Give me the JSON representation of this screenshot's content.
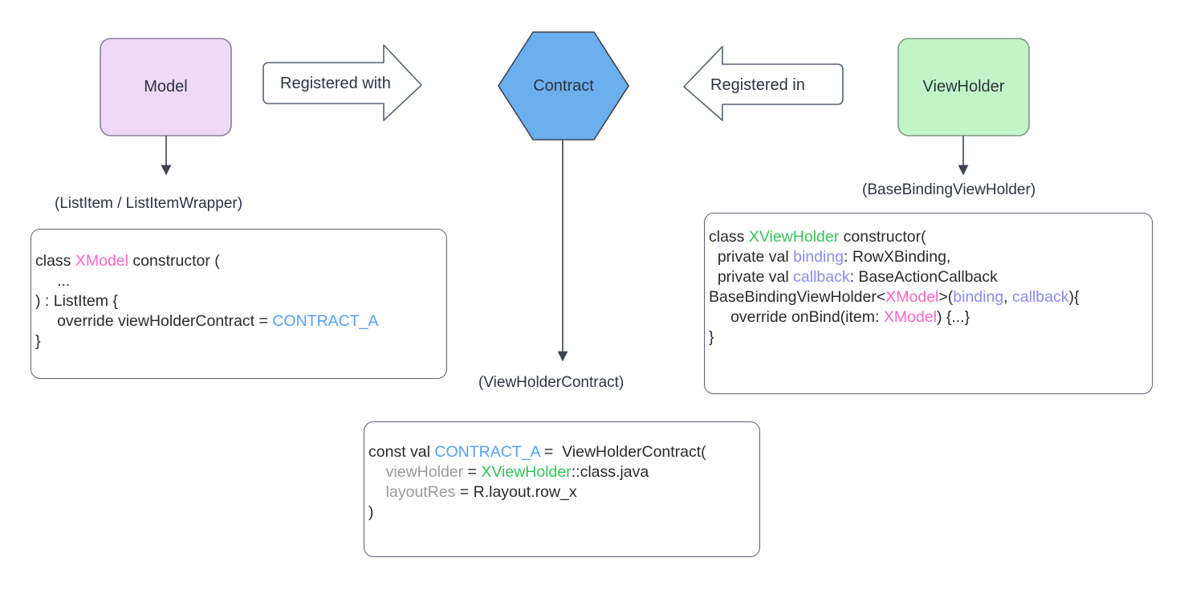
{
  "diagram": {
    "title": "ViewHolder Contract architecture diagram",
    "background": "#ffffff"
  },
  "nodes": [
    {
      "id": "model",
      "label": "Model",
      "shape": "rounded-rect",
      "fill": "#eed9fa",
      "stroke": "#8a7f96"
    },
    {
      "id": "contract",
      "label": "Contract",
      "shape": "hexagon",
      "fill": "#6cafef",
      "stroke": "#3d4451"
    },
    {
      "id": "viewholder",
      "label": "ViewHolder",
      "shape": "rounded-rect",
      "fill": "#c2f4c8",
      "stroke": "#7f9a84"
    }
  ],
  "arrows": [
    {
      "id": "registered-with",
      "label": "Registered with",
      "direction": "right"
    },
    {
      "id": "registered-in",
      "label": "Registered in",
      "direction": "left"
    }
  ],
  "captions": [
    {
      "id": "model-caption",
      "text": "(ListItem / ListItemWrapper)"
    },
    {
      "id": "contract-caption",
      "text": "(ViewHolderContract)"
    },
    {
      "id": "viewholder-caption",
      "text": "(BaseBindingViewHolder)"
    }
  ],
  "code_boxes": [
    {
      "id": "model-code",
      "lines": [
        [
          {
            "t": "class ",
            "c": "plain"
          },
          {
            "t": "XModel",
            "c": "pink"
          },
          {
            "t": " constructor (",
            "c": "plain"
          }
        ],
        [
          {
            "t": "     ...",
            "c": "plain"
          }
        ],
        [
          {
            "t": ") : ListItem {",
            "c": "plain"
          }
        ],
        [
          {
            "t": "     override viewHolderContract = ",
            "c": "plain"
          },
          {
            "t": "CONTRACT_A",
            "c": "blue"
          }
        ],
        [
          {
            "t": "}",
            "c": "plain"
          }
        ]
      ]
    },
    {
      "id": "viewholder-code",
      "lines": [
        [
          {
            "t": "class ",
            "c": "plain"
          },
          {
            "t": "XViewHolder",
            "c": "green"
          },
          {
            "t": " constructor(",
            "c": "plain"
          }
        ],
        [
          {
            "t": "  private val ",
            "c": "plain"
          },
          {
            "t": "binding",
            "c": "violet"
          },
          {
            "t": ": RowXBinding,",
            "c": "plain"
          }
        ],
        [
          {
            "t": "  private val ",
            "c": "plain"
          },
          {
            "t": "callback",
            "c": "violet"
          },
          {
            "t": ": BaseActionCallback",
            "c": "plain"
          }
        ],
        [
          {
            "t": "BaseBindingViewHolder<",
            "c": "plain"
          },
          {
            "t": "XModel",
            "c": "pink"
          },
          {
            "t": ">(",
            "c": "plain"
          },
          {
            "t": "binding",
            "c": "violet"
          },
          {
            "t": ", ",
            "c": "plain"
          },
          {
            "t": "callback",
            "c": "violet"
          },
          {
            "t": "){",
            "c": "plain"
          }
        ],
        [
          {
            "t": "",
            "c": "plain"
          }
        ],
        [
          {
            "t": "     override onBind(item: ",
            "c": "plain"
          },
          {
            "t": "XModel",
            "c": "pink"
          },
          {
            "t": ") {...}",
            "c": "plain"
          }
        ],
        [
          {
            "t": "}",
            "c": "plain"
          }
        ]
      ]
    },
    {
      "id": "contract-code",
      "lines": [
        [
          {
            "t": "const val ",
            "c": "plain"
          },
          {
            "t": "CONTRACT_A",
            "c": "blue"
          },
          {
            "t": " =  ViewHolderContract(",
            "c": "plain"
          }
        ],
        [
          {
            "t": "    ",
            "c": "plain"
          },
          {
            "t": "viewHolder",
            "c": "grey"
          },
          {
            "t": " = ",
            "c": "plain"
          },
          {
            "t": "XViewHolder",
            "c": "green"
          },
          {
            "t": "::class.java",
            "c": "plain"
          }
        ],
        [
          {
            "t": "    ",
            "c": "plain"
          },
          {
            "t": "layoutRes",
            "c": "grey"
          },
          {
            "t": " = R.layout.row_x",
            "c": "plain"
          }
        ],
        [
          {
            "t": ")",
            "c": "plain"
          }
        ]
      ]
    }
  ]
}
